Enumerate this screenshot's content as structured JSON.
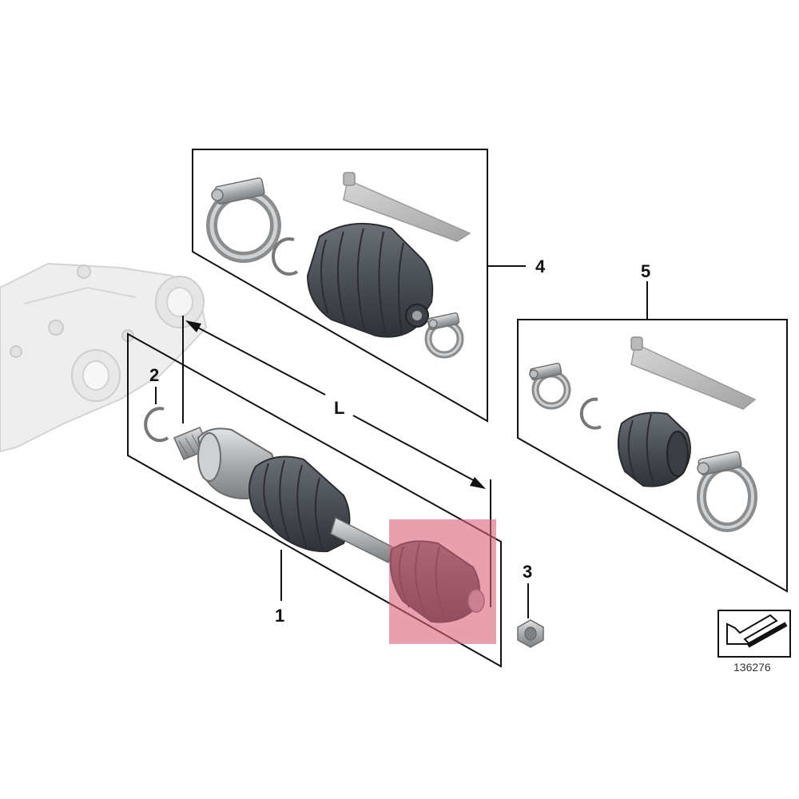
{
  "callouts": {
    "c1": "1",
    "c2": "2",
    "c3": "3",
    "c4": "4",
    "c5": "5",
    "length": "L"
  },
  "reference_number": "136276",
  "highlight_color": "#d9607a",
  "colors": {
    "boot": "#4a4e55",
    "boot_light": "#6b6f76",
    "metal": "#a9abad",
    "metal_light": "#d4d5d6",
    "housing": "#ececec",
    "grease": "#c7c7c7"
  }
}
